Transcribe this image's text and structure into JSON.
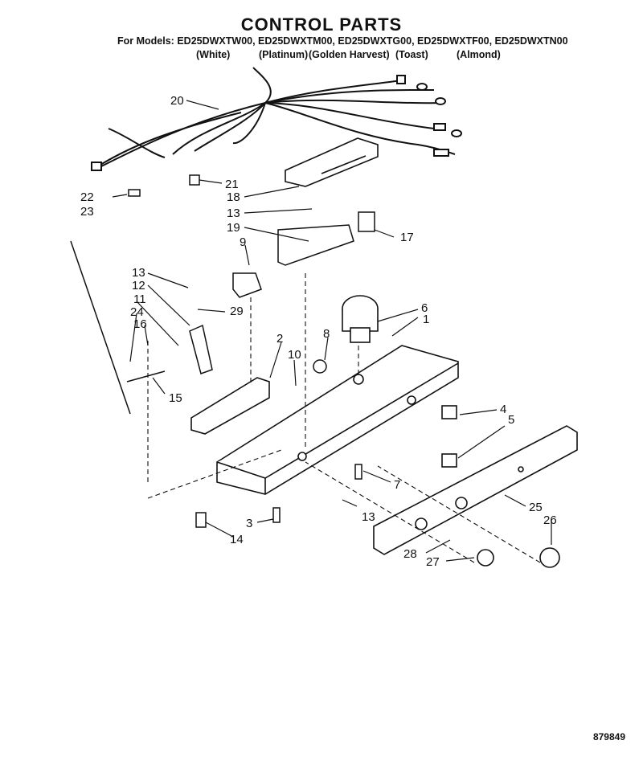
{
  "header": {
    "title": "CONTROL PARTS",
    "models_label": "For Models:",
    "models": "ED25DWXTW00, ED25DWXTM00, ED25DWXTG00, ED25DWXTF00, ED25DWXTN00",
    "colors": [
      "(White)",
      "(Platinum)",
      "(Golden Harvest)",
      "(Toast)",
      "(Almond)"
    ]
  },
  "callouts": [
    "20",
    "21",
    "18",
    "22",
    "23",
    "13",
    "19",
    "17",
    "9",
    "13",
    "12",
    "29",
    "11",
    "24",
    "16",
    "6",
    "8",
    "1",
    "2",
    "10",
    "15",
    "4",
    "5",
    "7",
    "13",
    "25",
    "3",
    "14",
    "26",
    "28",
    "27"
  ],
  "footer": {
    "doc_number": "879849"
  }
}
